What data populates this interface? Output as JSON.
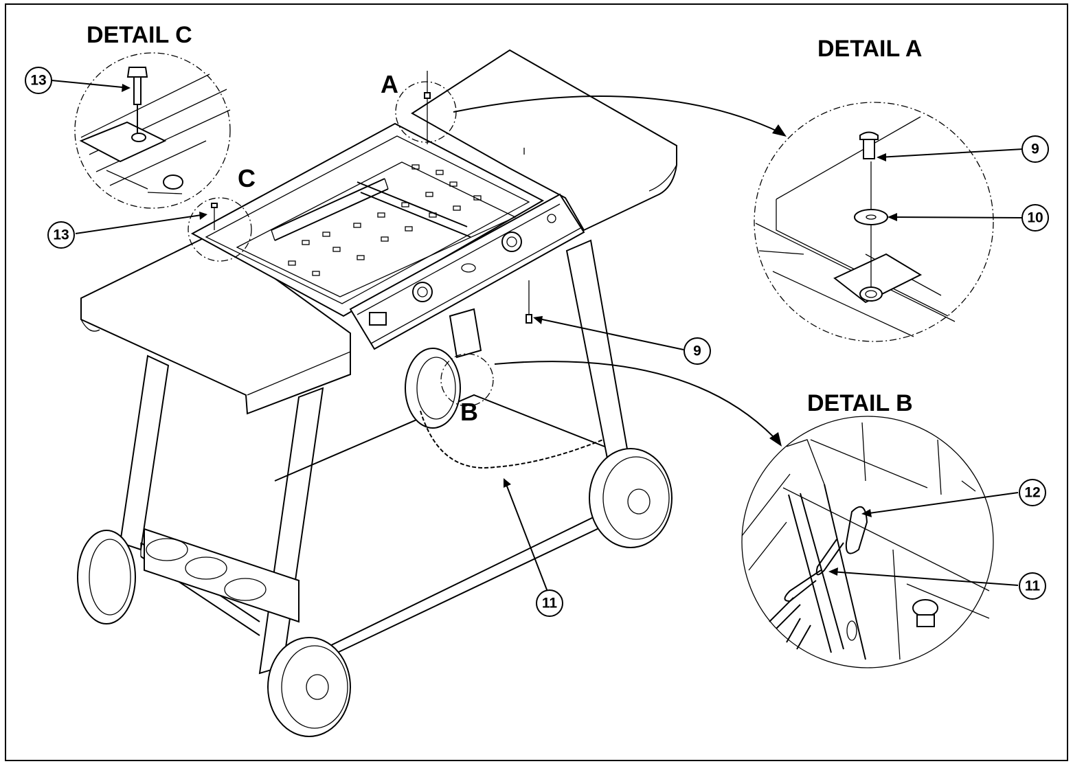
{
  "details": {
    "a_title": "DETAIL A",
    "b_title": "DETAIL B",
    "c_title": "DETAIL C",
    "a_letter": "A",
    "b_letter": "B",
    "c_letter": "C"
  },
  "callouts": {
    "c13_detail": "13",
    "c13_main": "13",
    "c9_detail": "9",
    "c10_detail": "10",
    "c9_main": "9",
    "c12_detail": "12",
    "c11_detail": "11",
    "c11_main": "11"
  }
}
